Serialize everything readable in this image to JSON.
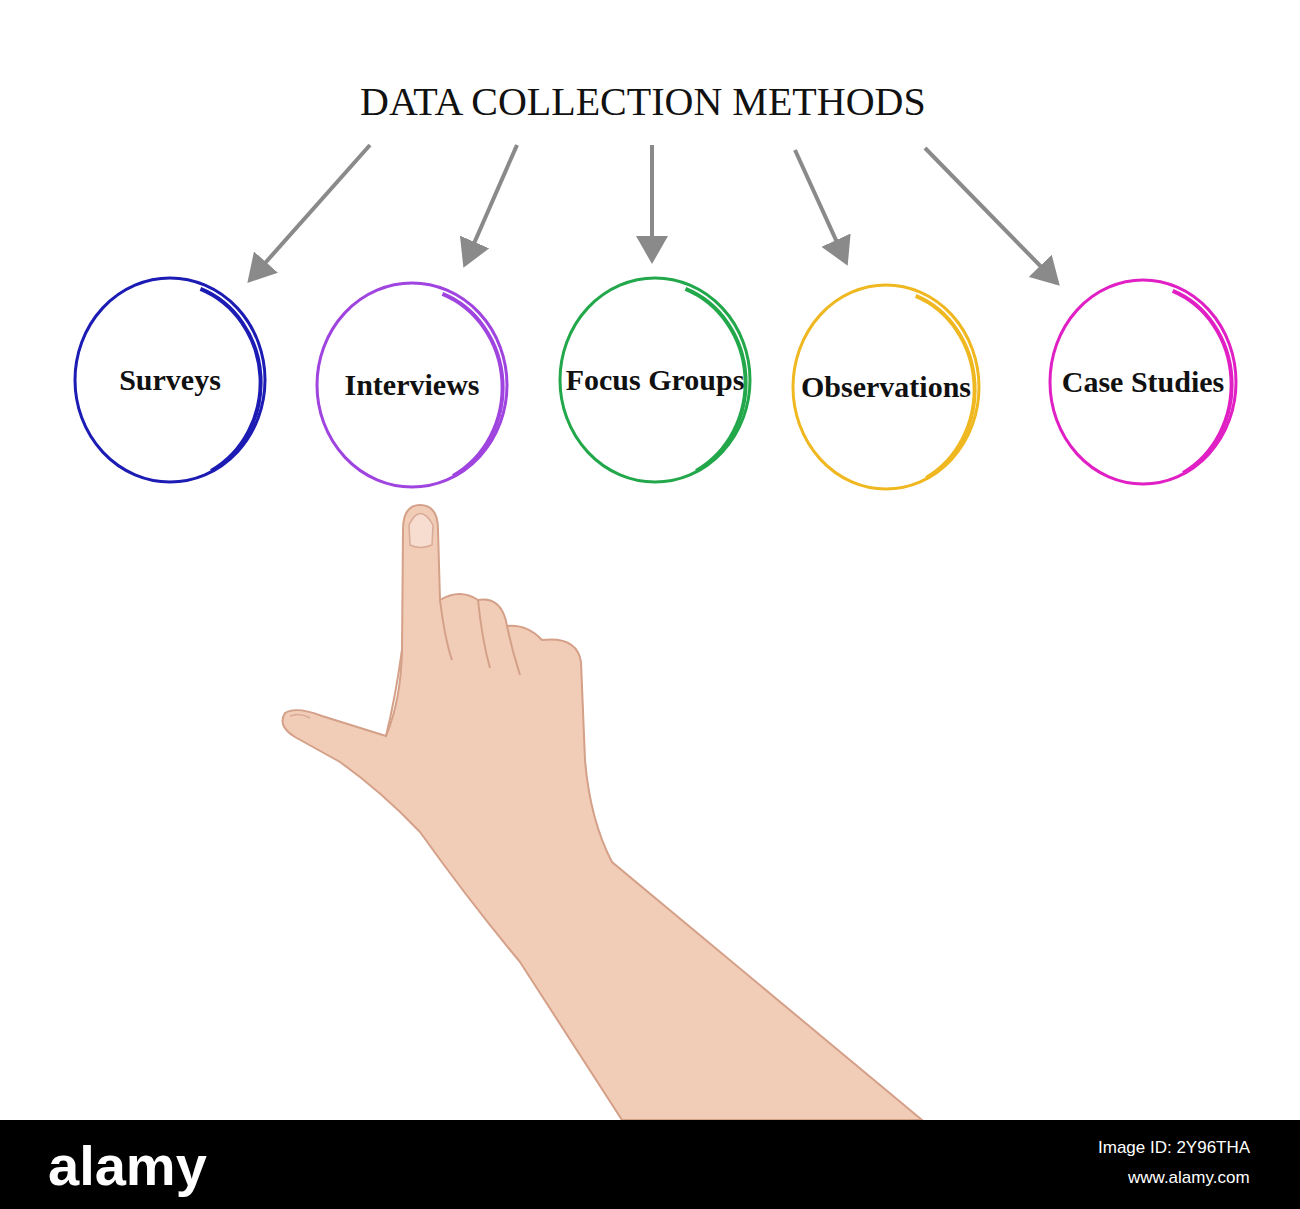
{
  "diagram": {
    "title": "DATA COLLECTION METHODS",
    "nodes": [
      {
        "text": [
          "Surveys"
        ]
      },
      {
        "text": [
          "Interviews"
        ]
      },
      {
        "text": [
          "Focus Groups"
        ]
      },
      {
        "text": [
          "Observations"
        ]
      },
      {
        "text": [
          "Case Studies"
        ]
      }
    ],
    "labels": [
      "alamy",
      "Image ID: 2Y96THA",
      "www.alamy.com"
    ]
  }
}
